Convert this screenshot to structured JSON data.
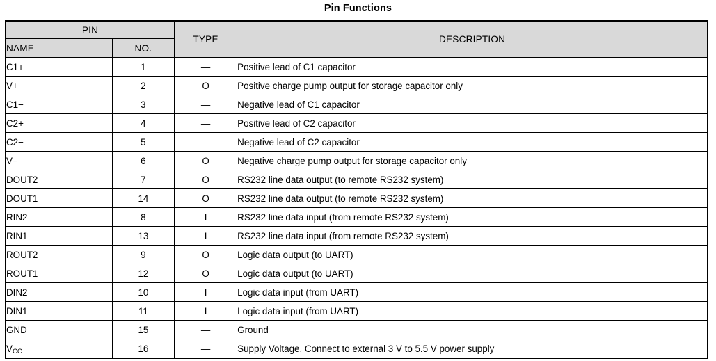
{
  "title": "Pin Functions",
  "table": {
    "group_header": "PIN",
    "headers": {
      "name": "NAME",
      "no": "NO.",
      "type": "TYPE",
      "description": "DESCRIPTION"
    },
    "header_background": "#d9d9d9",
    "rows": [
      {
        "name": "C1+",
        "no": "1",
        "type": "—",
        "description": "Positive lead of C1 capacitor"
      },
      {
        "name": "V+",
        "no": "2",
        "type": "O",
        "description": "Positive charge pump output for storage capacitor only"
      },
      {
        "name": "C1−",
        "no": "3",
        "type": "—",
        "description": "Negative lead of C1 capacitor"
      },
      {
        "name": "C2+",
        "no": "4",
        "type": "—",
        "description": "Positive lead of C2 capacitor"
      },
      {
        "name": "C2−",
        "no": "5",
        "type": "—",
        "description": "Negative lead of C2 capacitor"
      },
      {
        "name": "V−",
        "no": "6",
        "type": "O",
        "description": "Negative charge pump output for storage capacitor only"
      },
      {
        "name": "DOUT2",
        "no": "7",
        "type": "O",
        "description": "RS232 line data output (to remote RS232 system)"
      },
      {
        "name": "DOUT1",
        "no": "14",
        "type": "O",
        "description": "RS232 line data output (to remote RS232 system)"
      },
      {
        "name": "RIN2",
        "no": "8",
        "type": "I",
        "description": "RS232 line data input (from remote RS232 system)"
      },
      {
        "name": "RIN1",
        "no": "13",
        "type": "I",
        "description": "RS232 line data input (from remote RS232 system)"
      },
      {
        "name": "ROUT2",
        "no": "9",
        "type": "O",
        "description": "Logic data output (to UART)"
      },
      {
        "name": "ROUT1",
        "no": "12",
        "type": "O",
        "description": "Logic data output (to UART)"
      },
      {
        "name": "DIN2",
        "no": "10",
        "type": "I",
        "description": "Logic data input (from UART)"
      },
      {
        "name": "DIN1",
        "no": "11",
        "type": "I",
        "description": "Logic data input (from UART)"
      },
      {
        "name": "GND",
        "no": "15",
        "type": "—",
        "description": "Ground"
      },
      {
        "name": "VCC",
        "name_base": "V",
        "name_sub": "CC",
        "no": "16",
        "type": "—",
        "description": "Supply Voltage, Connect to external 3 V to 5.5 V power supply"
      }
    ]
  }
}
